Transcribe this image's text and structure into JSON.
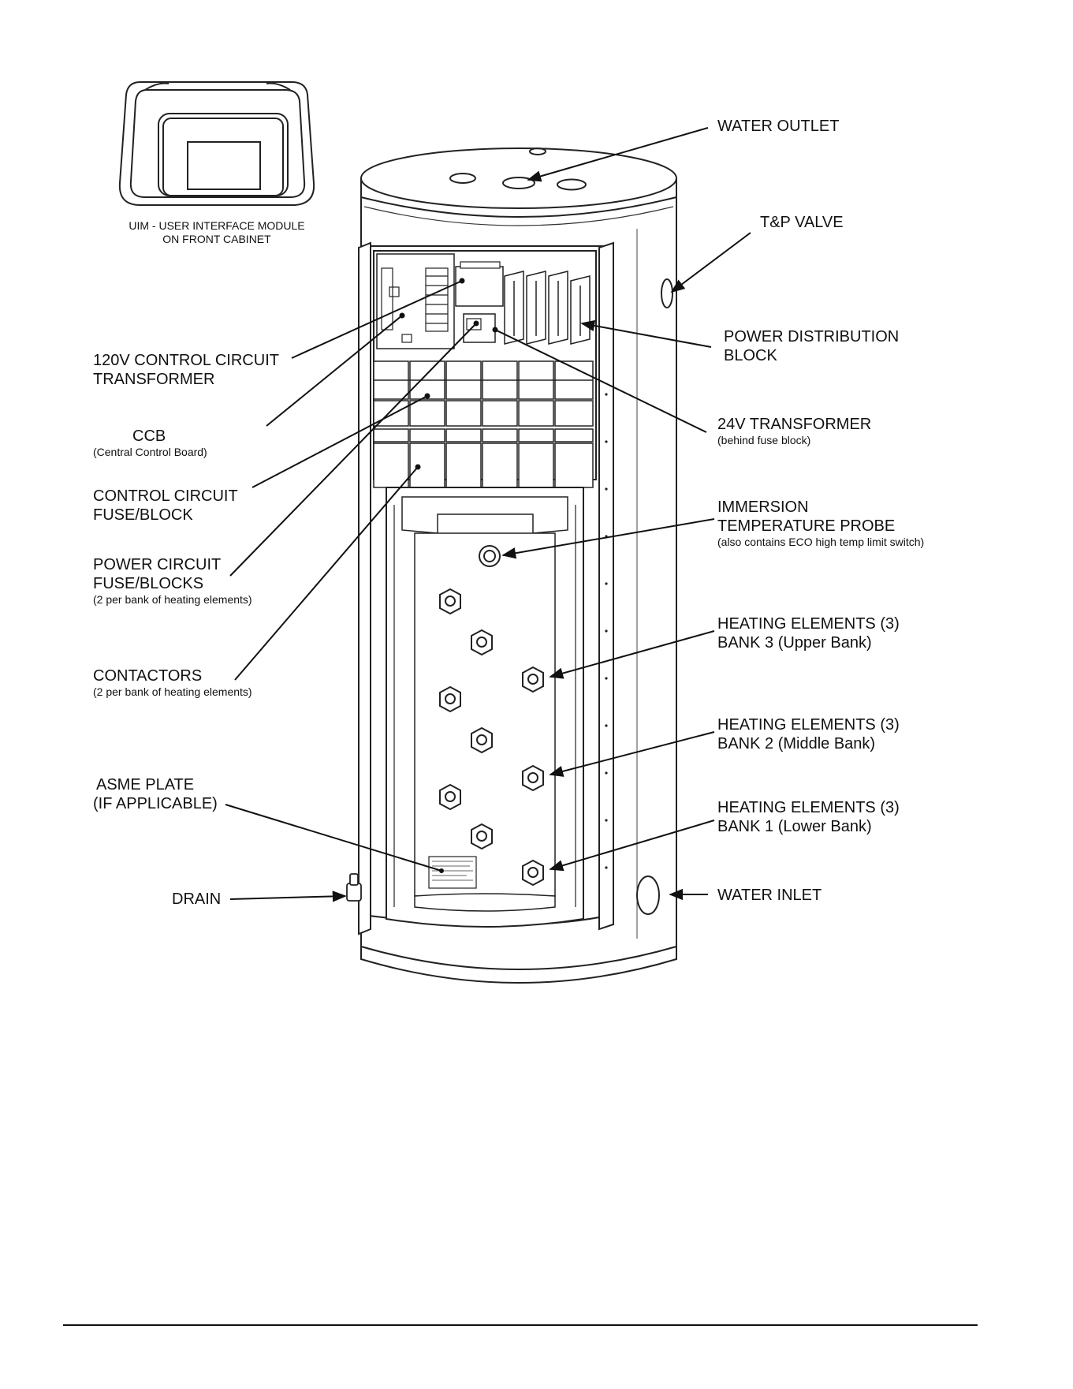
{
  "uim": {
    "line1": "UIM - USER INTERFACE MODULE",
    "line2": "ON FRONT CABINET"
  },
  "labels": {
    "water_outlet": "WATER OUTLET",
    "tp_valve": "T&P VALVE",
    "power_distribution_line1": "POWER DISTRIBUTION",
    "power_distribution_line2": "BLOCK",
    "transformer_24v": "24V TRANSFORMER",
    "transformer_24v_note": "(behind fuse block)",
    "immersion_line1": "IMMERSION",
    "immersion_line2": "TEMPERATURE PROBE",
    "immersion_note": "(also contains ECO high temp limit switch)",
    "bank3_line1": "HEATING ELEMENTS (3)",
    "bank3_line2": "BANK 3  (Upper Bank)",
    "bank2_line1": "HEATING ELEMENTS (3)",
    "bank2_line2": "BANK 2  (Middle Bank)",
    "bank1_line1": "HEATING ELEMENTS (3)",
    "bank1_line2": "BANK 1  (Lower Bank)",
    "water_inlet": "WATER INLET",
    "control_transformer_line1": "120V CONTROL CIRCUIT",
    "control_transformer_line2": "TRANSFORMER",
    "ccb": "CCB",
    "ccb_note": "(Central Control Board)",
    "control_fuse_line1": "CONTROL CIRCUIT",
    "control_fuse_line2": "FUSE/BLOCK",
    "power_fuse_line1": "POWER CIRCUIT",
    "power_fuse_line2": "FUSE/BLOCKS",
    "power_fuse_note": "(2 per bank of heating elements)",
    "contactors": "CONTACTORS",
    "contactors_note": "(2 per bank of heating elements)",
    "asme_line1": "ASME PLATE",
    "asme_line2": "(IF APPLICABLE)",
    "drain": "DRAIN"
  }
}
